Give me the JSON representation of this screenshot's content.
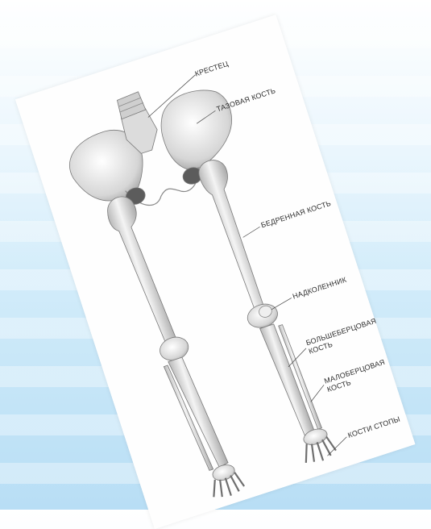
{
  "labels": {
    "sacrum": "КРЕСТЕЦ",
    "pelvic_bone": "ТАЗОВАЯ КОСТЬ",
    "femur": "БЕДРЕННАЯ КОСТЬ",
    "patella": "НАДКОЛЕННИК",
    "tibia_line1": "БОЛЬШЕБЕРЦОВАЯ",
    "tibia_line2": "КОСТЬ",
    "fibula_line1": "МАЛОБЕРЦОВАЯ",
    "fibula_line2": "КОСТЬ",
    "foot_bones": "КОСТИ СТОПЫ"
  }
}
